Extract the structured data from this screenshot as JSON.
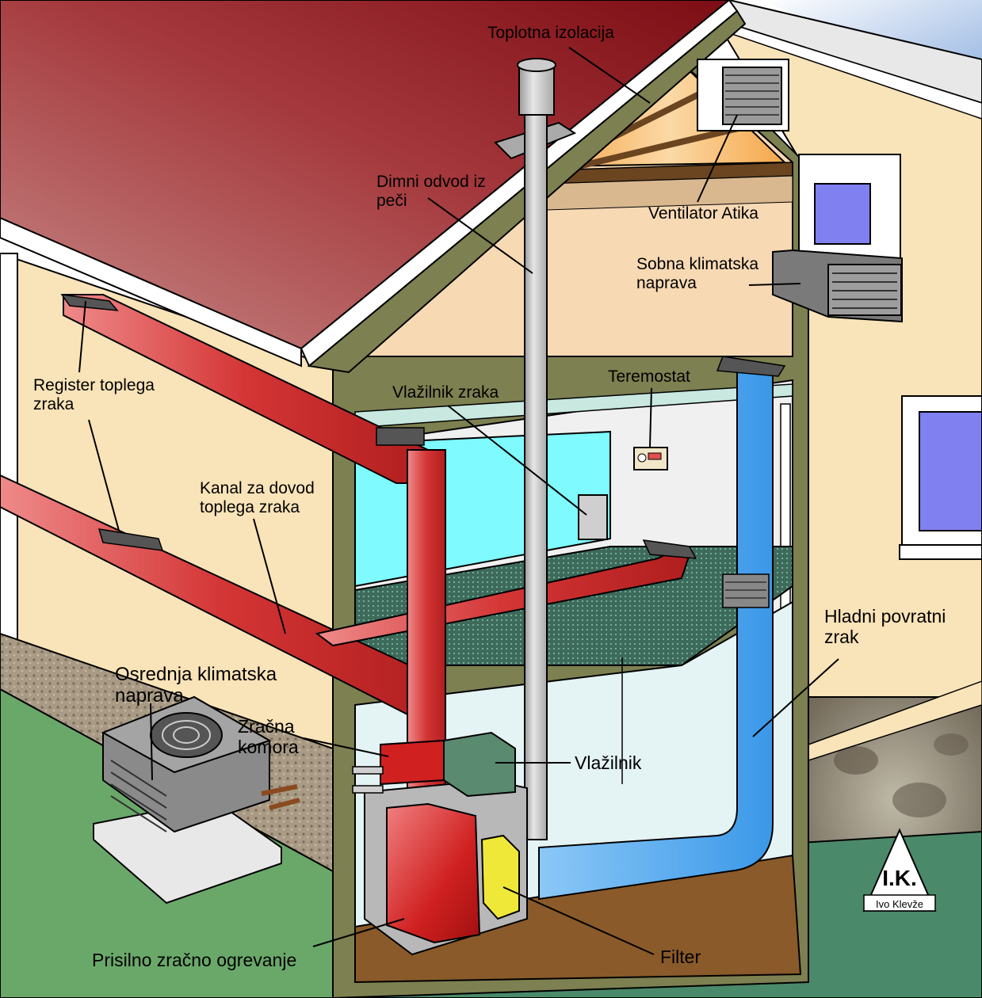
{
  "labels": {
    "toplotna_izolacija": "Toplotna izolacija",
    "dimni_odvod": "Dimni odvod iz\npeči",
    "ventilator_atika": "Ventilator Atika",
    "sobna_klimatska": "Sobna klimatska\nnaprava",
    "register": "Register toplega\nzraka",
    "vlazilnik_zraka": "Vlažilnik zraka",
    "teremostat": "Teremostat",
    "kanal": "Kanal za dovod\ntoplega zraka",
    "hladni": "Hladni povratni\nzrak",
    "osrednja": "Osrednja klimatska\nnaprava",
    "zracna_komora": "Zračna\nkomora",
    "vlazilnik": "Vlažilnik",
    "prisilno": "Prisilno zračno ogrevanje",
    "filter": "Filter"
  },
  "logo": {
    "initials": "I.K.",
    "author": "Ivo Klevže"
  },
  "colors": {
    "roof": "#8b1a1f",
    "wall": "#f9e3b8",
    "warm_duct": "#d62828",
    "cold_duct": "#4aa8f0",
    "ground": "#4a8a6a",
    "house_frame": "#7d8050"
  }
}
